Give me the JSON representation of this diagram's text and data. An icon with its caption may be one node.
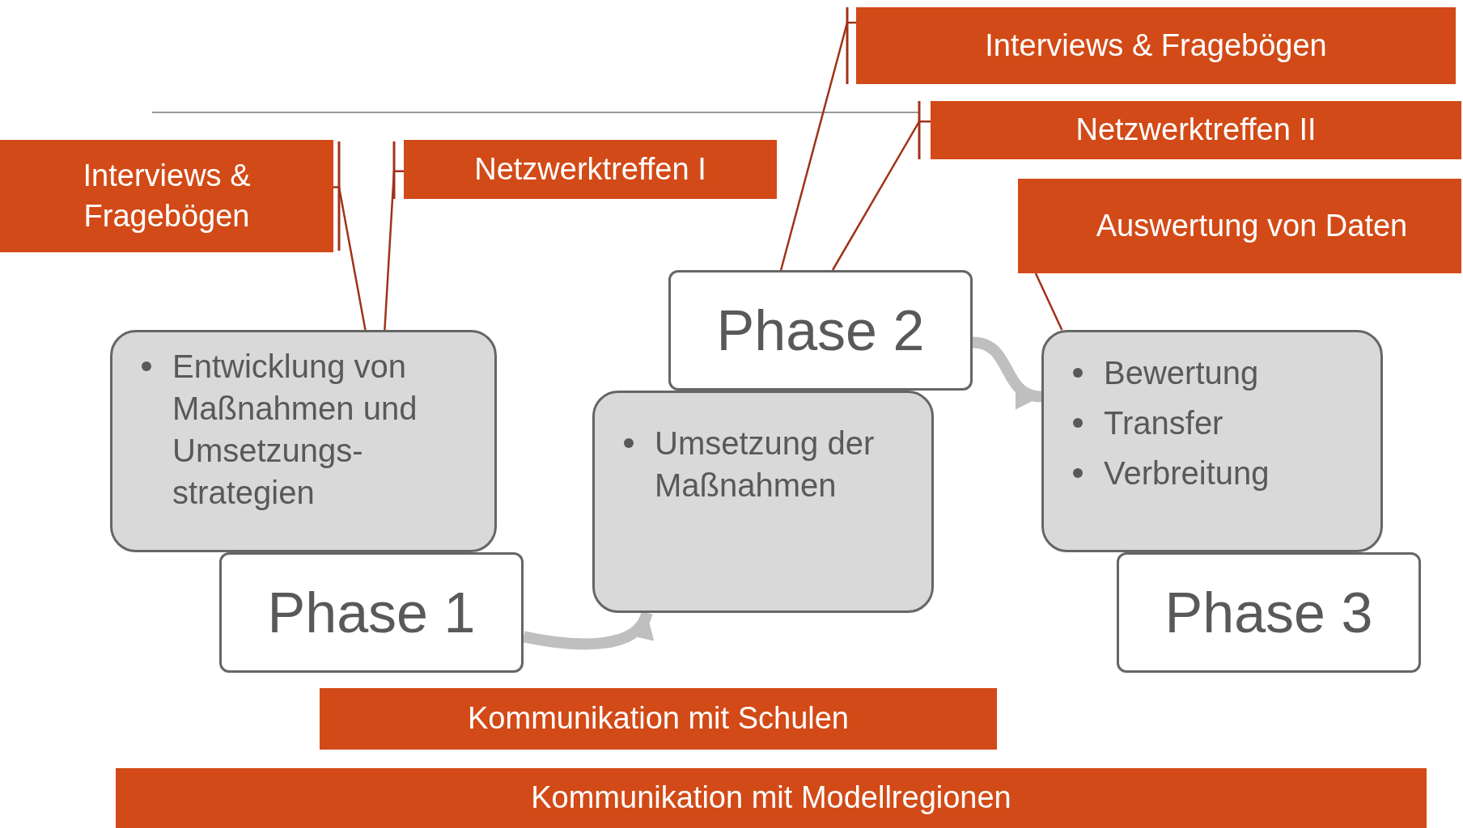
{
  "diagram": {
    "nodes": [
      {
        "text": [
          "Interviews & Fragebögen"
        ]
      },
      {
        "text": [
          "Netzwerktreffen I"
        ]
      },
      {
        "text": [
          "Interviews & Fragebögen"
        ]
      },
      {
        "text": [
          "Netzwerktreffen II"
        ]
      },
      {
        "text": [
          "Auswertung von Daten"
        ]
      },
      {
        "text": [
          "Entwicklung von Maßnahmen und Umsetzungs- strategien"
        ]
      },
      {
        "text": [
          "Phase 1"
        ]
      },
      {
        "text": [
          "Umsetzung der Maßnahmen"
        ]
      },
      {
        "text": [
          "Phase 2"
        ]
      },
      {
        "text": [
          "Bewertung",
          "Transfer",
          "Verbreitung"
        ]
      },
      {
        "text": [
          "Phase 3"
        ]
      },
      {
        "text": [
          "Kommunikation mit Schulen"
        ]
      },
      {
        "text": [
          "Kommunikation mit Modellregionen"
        ]
      }
    ],
    "edges": [
      {
        "from": 0,
        "to": 5,
        "arrow": "none"
      },
      {
        "from": 1,
        "to": 5,
        "arrow": "none"
      },
      {
        "from": 2,
        "to": 8,
        "arrow": "none"
      },
      {
        "from": 3,
        "to": 8,
        "arrow": "none"
      },
      {
        "from": 4,
        "to": 9,
        "arrow": "none"
      },
      {
        "from": 6,
        "to": 7,
        "arrow": "to",
        "style": "thick",
        "color": "#bfbfbf"
      },
      {
        "from": 8,
        "to": 9,
        "arrow": "to",
        "style": "thick",
        "color": "#bfbfbf"
      }
    ]
  }
}
